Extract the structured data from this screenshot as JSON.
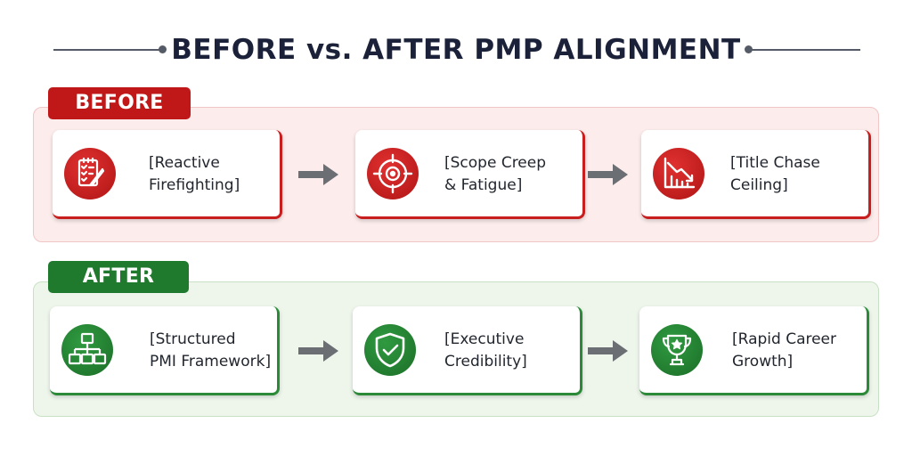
{
  "title": "BEFORE vs. AFTER PMP ALIGNMENT",
  "colors": {
    "before_accent": "#c01818",
    "after_accent": "#1f7a2d",
    "arrow": "#6b6e73",
    "title": "#1a2138"
  },
  "before": {
    "label": "BEFORE",
    "steps": [
      {
        "line1": "[Reactive",
        "line2": "Firefighting]",
        "icon": "checklist-pen-icon"
      },
      {
        "line1": "[Scope Creep",
        "line2": "& Fatigue]",
        "icon": "target-crosshair-icon"
      },
      {
        "line1": "[Title Chase",
        "line2": "Ceiling]",
        "icon": "declining-chart-icon"
      }
    ]
  },
  "after": {
    "label": "AFTER",
    "steps": [
      {
        "line1": "[Structured",
        "line2": "PMI Framework]",
        "icon": "org-chart-icon"
      },
      {
        "line1": "[Executive",
        "line2": "Credibility]",
        "icon": "shield-check-icon"
      },
      {
        "line1": "[Rapid Career",
        "line2": "Growth]",
        "icon": "trophy-icon"
      }
    ]
  }
}
